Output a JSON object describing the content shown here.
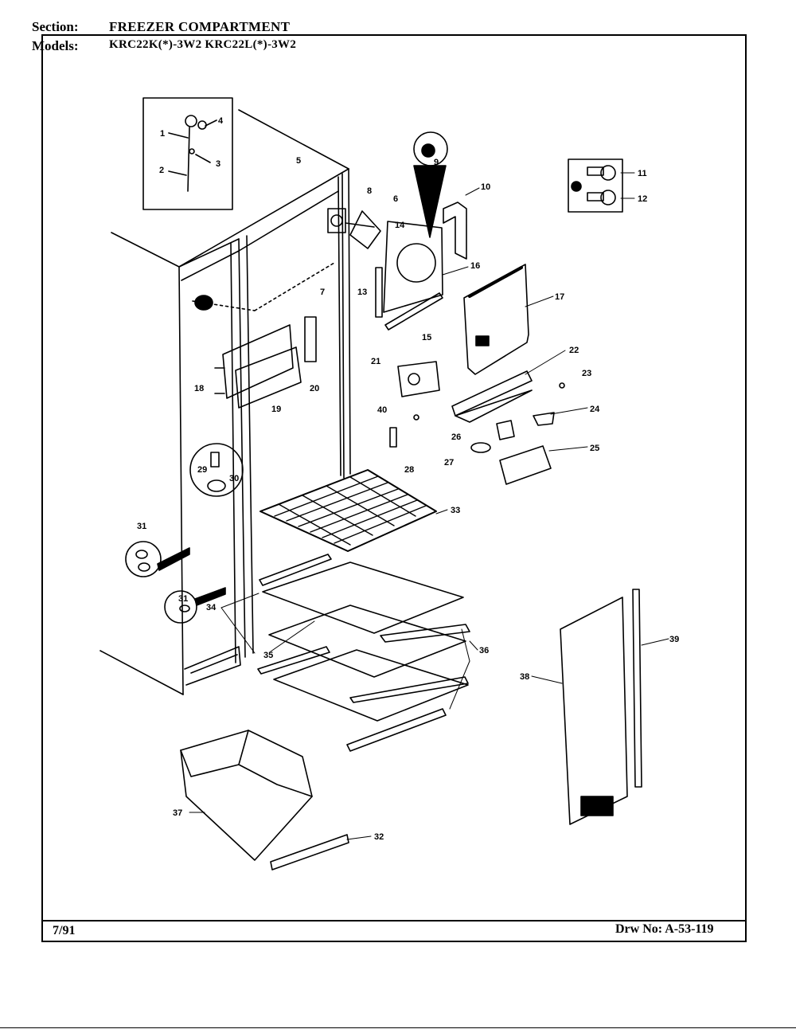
{
  "header": {
    "section_label": "Section:",
    "section_value": "FREEZER COMPARTMENT",
    "models_label": "Models:",
    "models_value": "KRC22K(*)-3W2  KRC22L(*)-3W2"
  },
  "footer": {
    "date": "7/91",
    "drawing_number": "Drw No: A-53-119"
  },
  "callouts": {
    "c1": "1",
    "c2": "2",
    "c3": "3",
    "c4": "4",
    "c5": "5",
    "c6": "6",
    "c7": "7",
    "c8": "8",
    "c9": "9",
    "c10": "10",
    "c11": "11",
    "c12": "12",
    "c13": "13",
    "c14": "14",
    "c15": "15",
    "c16": "16",
    "c17": "17",
    "c18": "18",
    "c19": "19",
    "c20": "20",
    "c21": "21",
    "c22": "22",
    "c23": "23",
    "c24": "24",
    "c25": "25",
    "c26": "26",
    "c27": "27",
    "c28": "28",
    "c29": "29",
    "c30": "30",
    "c31a": "31",
    "c31b": "31",
    "c32": "32",
    "c33": "33",
    "c34": "34",
    "c35": "35",
    "c36": "36",
    "c37": "37",
    "c38": "38",
    "c39": "39",
    "c40": "40"
  }
}
